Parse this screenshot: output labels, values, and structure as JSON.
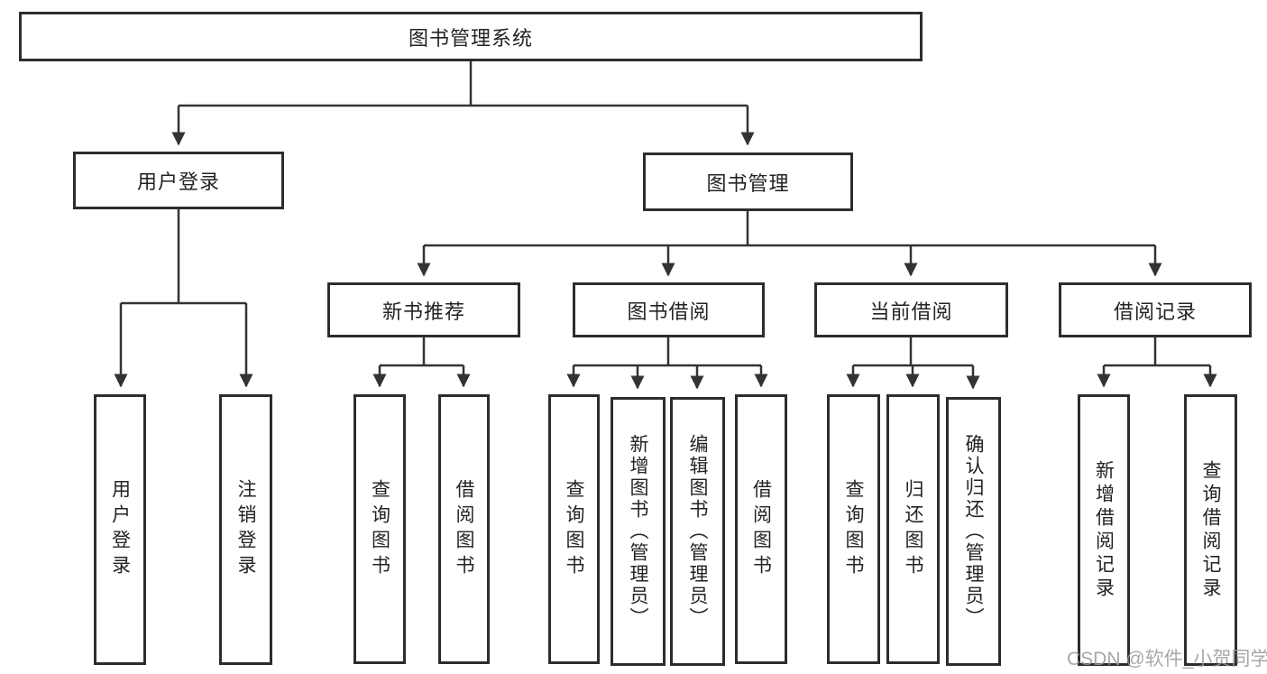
{
  "diagram": {
    "root": "图书管理系统",
    "branches": {
      "user_login": "用户登录",
      "book_mgmt": "图书管理"
    },
    "modules": {
      "recommend": "新书推荐",
      "borrow": "图书借阅",
      "current": "当前借阅",
      "records": "借阅记录"
    },
    "leaves": {
      "login": [
        "用户登录",
        "注销登录"
      ],
      "recommend": [
        "查询图书",
        "借阅图书"
      ],
      "borrow": [
        "查询图书",
        "新增图书（管理员）",
        "编辑图书（管理员）",
        "借阅图书"
      ],
      "current": [
        "查询图书",
        "归还图书",
        "确认归还（管理员）"
      ],
      "records": [
        "新增借阅记录",
        "查询借阅记录"
      ]
    },
    "colors": {
      "line": "#333333",
      "box_border": "#2d2d2d",
      "text": "#232323",
      "background": "#ffffff",
      "watermark": "#9a9a9a"
    },
    "watermark": "CSDN @软件_小贺同学"
  }
}
